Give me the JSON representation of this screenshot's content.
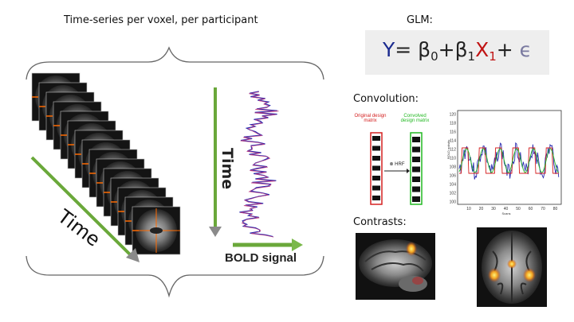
{
  "left": {
    "header": "Time-series per voxel, per participant",
    "time_label_vertical": "Time",
    "time_label_diagonal": "Time",
    "bold_signal_label": "BOLD signal"
  },
  "glm": {
    "header": "GLM:",
    "eq_y": "Y",
    "eq_mid": "= β",
    "eq_sub0": "0",
    "eq_plus_beta": "+β",
    "eq_sub1": "1",
    "eq_x": "X",
    "eq_sub1b": "1",
    "eq_plus": "+ ",
    "eq_eps": "ϵ"
  },
  "convolution": {
    "label": "Convolution:",
    "original_label": "Original design matrix",
    "convolved_label": "Convolved design matrix",
    "hrf_label": "⊗ HRF",
    "y_tick_labels": [
      "120",
      "118",
      "116",
      "114",
      "112",
      "110",
      "108",
      "106",
      "104",
      "102",
      "100"
    ],
    "x_tick_labels": [
      "10",
      "20",
      "30",
      "40",
      "50",
      "60",
      "70",
      "80"
    ],
    "x_axis_label": "Scans",
    "y_axis_label": "BOLD activity",
    "colors": {
      "original": "#d42020",
      "convolved": "#22b822"
    }
  },
  "contrasts": {
    "label": "Contrasts:"
  }
}
